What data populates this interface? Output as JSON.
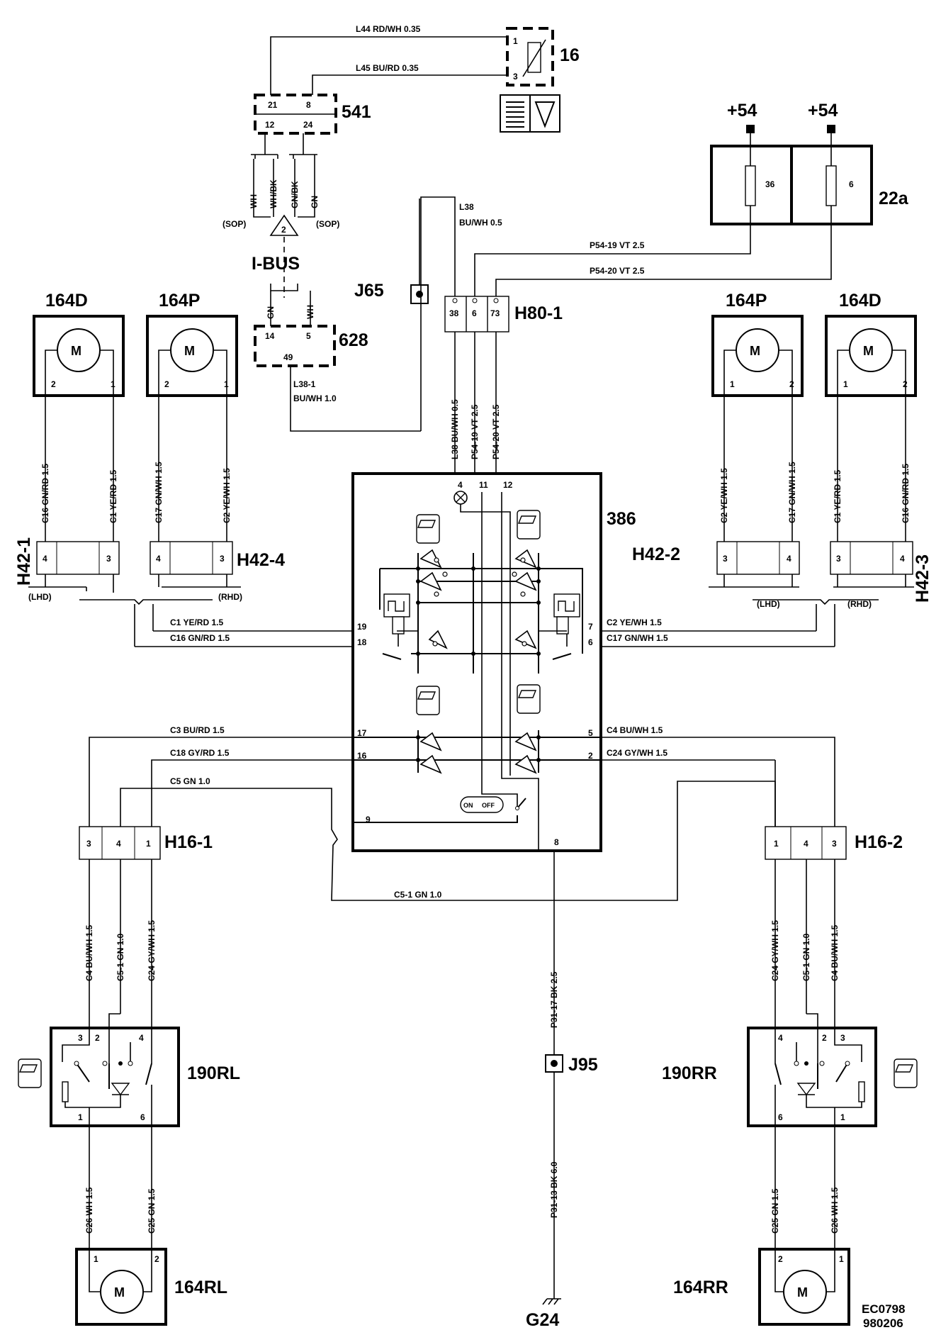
{
  "components": {
    "c16": "16",
    "c541": "541",
    "c628": "628",
    "c22a": "22a",
    "j65": "J65",
    "h80": "H80-1",
    "c386": "386",
    "m164d_l": "164D",
    "m164p_l": "164P",
    "m164p_r": "164P",
    "m164d_r": "164D",
    "h42_1": "H42-1",
    "h42_4": "H42-4",
    "h42_2": "H42-2",
    "h42_3": "H42-3",
    "h16_1": "H16-1",
    "h16_2": "H16-2",
    "s190rl": "190RL",
    "s190rr": "190RR",
    "m164rl": "164RL",
    "m164rr": "164RR",
    "j95": "J95",
    "g24": "G24",
    "ibus": "I-BUS",
    "plus54a": "+54",
    "plus54b": "+54",
    "motor": "M"
  },
  "wires": {
    "l44": "L44   RD/WH  0.35",
    "l45": "L45   BU/RD  0.35",
    "l38_a": "L38",
    "l38_b": "BU/WH  0.5",
    "p54_19": "P54-19     VT  2.5",
    "p54_20": "P54-20     VT  2.5",
    "l38_1a": "L38-1",
    "l38_1b": "BU/WH  1.0",
    "v_l38": "L38   BU/WH  0.5",
    "v_p5419": "P54-19   VT  2.5",
    "v_p5420": "P54-20   VT  2.5",
    "v_c16_l": "C16  GN/RD  1.5",
    "v_c1_l": "C1  YE/RD  1.5",
    "v_c17_l": "C17  GN/WH  1.5",
    "v_c2_l": "C2  YE/WH  1.5",
    "v_c2_r": "C2  YE/WH  1.5",
    "v_c17_r": "C17  GN/WH  1.5",
    "v_c1_r": "C1  YE/RD  1.5",
    "v_c16_r": "C16  GN/RD  1.5",
    "c1": "C1   YE/RD   1.5",
    "c16": "C16   GN/RD   1.5",
    "c2": "C2   YE/WH   1.5",
    "c17": "C17   GN/WH   1.5",
    "c3": "C3   BU/RD   1.5",
    "c18": "C18   GY/RD   1.5",
    "c5": "C5   GN  1.0",
    "c4": "C4   BU/WH   1.5",
    "c24": "C24   GY/WH   1.5",
    "c5_1": "C5-1     GN  1.0",
    "v_c4_l": "C4   BU/WH  1.5",
    "v_c51_l": "C5-1   GN  1.0",
    "v_c24_l": "C24  GY/WH  1.5",
    "v_c24_r": "C24  GY/WH  1.5",
    "v_c51_r": "C5-1   GN  1.0",
    "v_c4_r": "C4   BU/WH  1.5",
    "v_p3117": "P31-17    BK  2.5",
    "v_p3113": "P31-13    BK  6.0",
    "v_c26_l": "C26   WH  1.5",
    "v_c25_l": "C25   GN  1.5",
    "v_c25_r": "C25   GN  1.5",
    "v_c26_r": "C26   WH  1.5",
    "bus_wh": "WH",
    "bus_whbk": "WH/BK",
    "bus_gnbk": "GN/BK",
    "bus_gn": "GN",
    "bus_gn2": "GN",
    "bus_wh2": "WH",
    "sop_l": "(SOP)",
    "sop_r": "(SOP)",
    "lhd_l": "(LHD)",
    "rhd_l": "(RHD)",
    "lhd_r": "(LHD)",
    "rhd_r": "(RHD)",
    "note2": "2",
    "on": "ON",
    "off": "OFF"
  },
  "pins": {
    "p16_1": "1",
    "p16_3": "3",
    "p541_21": "21",
    "p541_8": "8",
    "p541_12": "12",
    "p541_24": "24",
    "p628_14": "14",
    "p628_5": "5",
    "p628_49": "49",
    "f36": "36",
    "f6": "6",
    "h80_38": "38",
    "h80_6": "6",
    "h80_73": "73",
    "m_l1_2": "2",
    "m_l1_1": "1",
    "m_l2_2": "2",
    "m_l2_1": "1",
    "m_r1_1": "1",
    "m_r1_2": "2",
    "m_r2_1": "1",
    "m_r2_2": "2",
    "h421_4": "4",
    "h421_3": "3",
    "h424_4": "4",
    "h424_3": "3",
    "h422_3": "3",
    "h422_4": "4",
    "h423_3": "3",
    "h423_4": "4",
    "s4": "4",
    "s11": "11",
    "s12": "12",
    "s19": "19",
    "s18": "18",
    "s17": "17",
    "s16": "16",
    "s9": "9",
    "s7": "7",
    "s6": "6",
    "s5": "5",
    "s2": "2",
    "s8": "8",
    "h161_3": "3",
    "h161_4": "4",
    "h161_1": "1",
    "h162_1": "1",
    "h162_4": "4",
    "h162_3": "3",
    "rl_3": "3",
    "rl_2": "2",
    "rl_4": "4",
    "rl_1": "1",
    "rl_6": "6",
    "rr_4": "4",
    "rr_2": "2",
    "rr_3": "3",
    "rr_6": "6",
    "rr_1": "1",
    "mrl_1": "1",
    "mrl_2": "2",
    "mrr_2": "2",
    "mrr_1": "1"
  },
  "footer": {
    "code1": "EC0798",
    "code2": "980206"
  }
}
